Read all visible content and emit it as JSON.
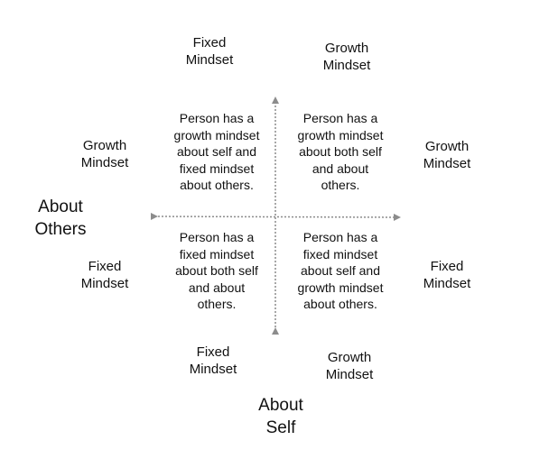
{
  "axes": {
    "self_title": "About\nSelf",
    "others_title": "About\nOthers",
    "line_color": "#8c8c8c"
  },
  "top_labels": {
    "left": "Fixed\nMindset",
    "right": "Growth\nMindset"
  },
  "bottom_labels": {
    "left": "Fixed\nMindset",
    "right": "Growth\nMindset"
  },
  "left_labels": {
    "top": "Growth\nMindset",
    "bottom": "Fixed\nMindset"
  },
  "right_labels": {
    "top": "Growth\nMindset",
    "bottom": "Fixed\nMindset"
  },
  "quadrants": {
    "top_left": "Person has a\ngrowth mindset\nabout self and\nfixed mindset\nabout others.",
    "top_right": "Person has a\ngrowth mindset\nabout both self\nand about\nothers.",
    "bottom_left": "Person has a\nfixed mindset\nabout both self\nand about\nothers.",
    "bottom_right": "Person has a\nfixed mindset\nabout self and\ngrowth mindset\nabout others."
  }
}
